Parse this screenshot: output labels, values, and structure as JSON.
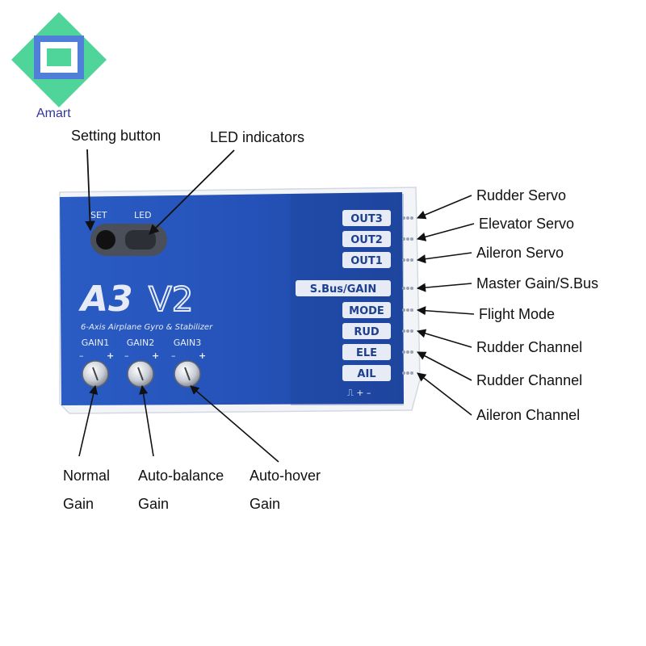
{
  "brand": {
    "name": "Amart",
    "logo_icon": "diamond-logo-icon",
    "colors": {
      "diamond": "#4fd49a",
      "frame": "#4f7fd8",
      "inner": "#4fd49a",
      "text": "#33359a"
    }
  },
  "device": {
    "colors": {
      "body": "#2552b8",
      "body_dark": "#1c3f8f",
      "case": "#f2f4f8",
      "label_bg": "#e6ebf5"
    },
    "model_a": "A3",
    "model_b": "V2",
    "subtitle": "6-Axis Airplane Gyro & Stabilizer",
    "set_label": "SET",
    "led_label": "LED",
    "gain_labels": [
      "GAIN1",
      "GAIN2",
      "GAIN3"
    ],
    "polarity_minus": "–",
    "polarity_plus": "+",
    "ports": [
      "OUT3",
      "OUT2",
      "OUT1",
      "S.Bus/GAIN",
      "MODE",
      "RUD",
      "ELE",
      "AIL"
    ],
    "pin_legend": "⎍ + –"
  },
  "callouts": {
    "setting_button": "Setting  button",
    "led_indicators": "LED indicators",
    "right": [
      "Rudder Servo",
      "Elevator Servo",
      "Aileron Servo",
      "Master Gain/S.Bus",
      "Flight Mode",
      "Rudder Channel",
      "Rudder Channel",
      "Aileron Channel"
    ],
    "bottom": [
      {
        "line1": "Normal",
        "line2": "Gain"
      },
      {
        "line1": "Auto-balance",
        "line2": "Gain"
      },
      {
        "line1": "Auto-hover",
        "line2": "Gain"
      }
    ]
  }
}
